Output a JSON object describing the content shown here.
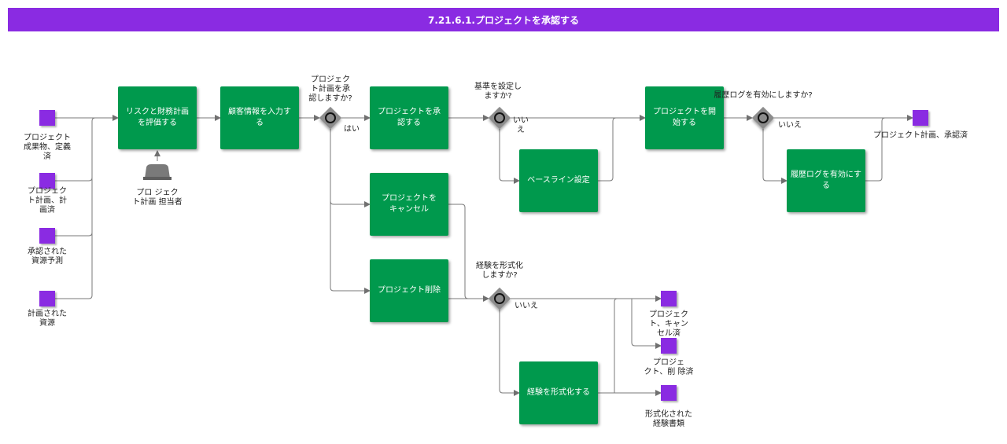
{
  "title": "7.21.6.1.プロジェクトを承認する",
  "inputs": {
    "deliverables": [
      "プロジェクト",
      "成果物、定義",
      "済"
    ],
    "plan": [
      "プロジェク",
      "ト計画、計",
      "画済"
    ],
    "approved_resources": [
      "承認された",
      "資源予測"
    ],
    "planned_resources": [
      "計画された",
      "資源"
    ]
  },
  "role": [
    "プロ ジェク",
    "ト計画 担当者"
  ],
  "tasks": {
    "evaluate": [
      "リスクと財務計画",
      "を評価する"
    ],
    "customer": [
      "顧客情報を入力す",
      "る"
    ],
    "approve": [
      "プロジェクトを承",
      "認する"
    ],
    "cancel": [
      "プロジェクトを",
      "キャンセル"
    ],
    "delete": [
      "プロジェクト削除"
    ],
    "baseline": [
      "ベースライン設定"
    ],
    "start": [
      "プロジェクトを開",
      "始する"
    ],
    "enable_log": [
      "履歴ログを有効にする"
    ],
    "formalize": [
      "経験を形式化する"
    ]
  },
  "gateways": {
    "approve_q": [
      "プロジェク",
      "ト計画を承",
      "認しますか?"
    ],
    "baseline_q": [
      "基準を設定し",
      "ますか?"
    ],
    "log_q": [
      "履歴ログを有効にしますか?"
    ],
    "experience_q": [
      "経験を形式化",
      "しますか?"
    ]
  },
  "branch_labels": {
    "yes": "はい",
    "no_baseline": [
      "いい",
      "え"
    ],
    "no_log": "いいえ",
    "no_experience": "いいえ"
  },
  "outputs": {
    "approved": "プロジェクト計画、承認済",
    "cancelled": [
      "プロジェク",
      "ト、キャン",
      "セル済"
    ],
    "deleted": [
      "プロジェ",
      "クト、削 除済"
    ],
    "documented": [
      "形式化された",
      "経験書類"
    ]
  }
}
